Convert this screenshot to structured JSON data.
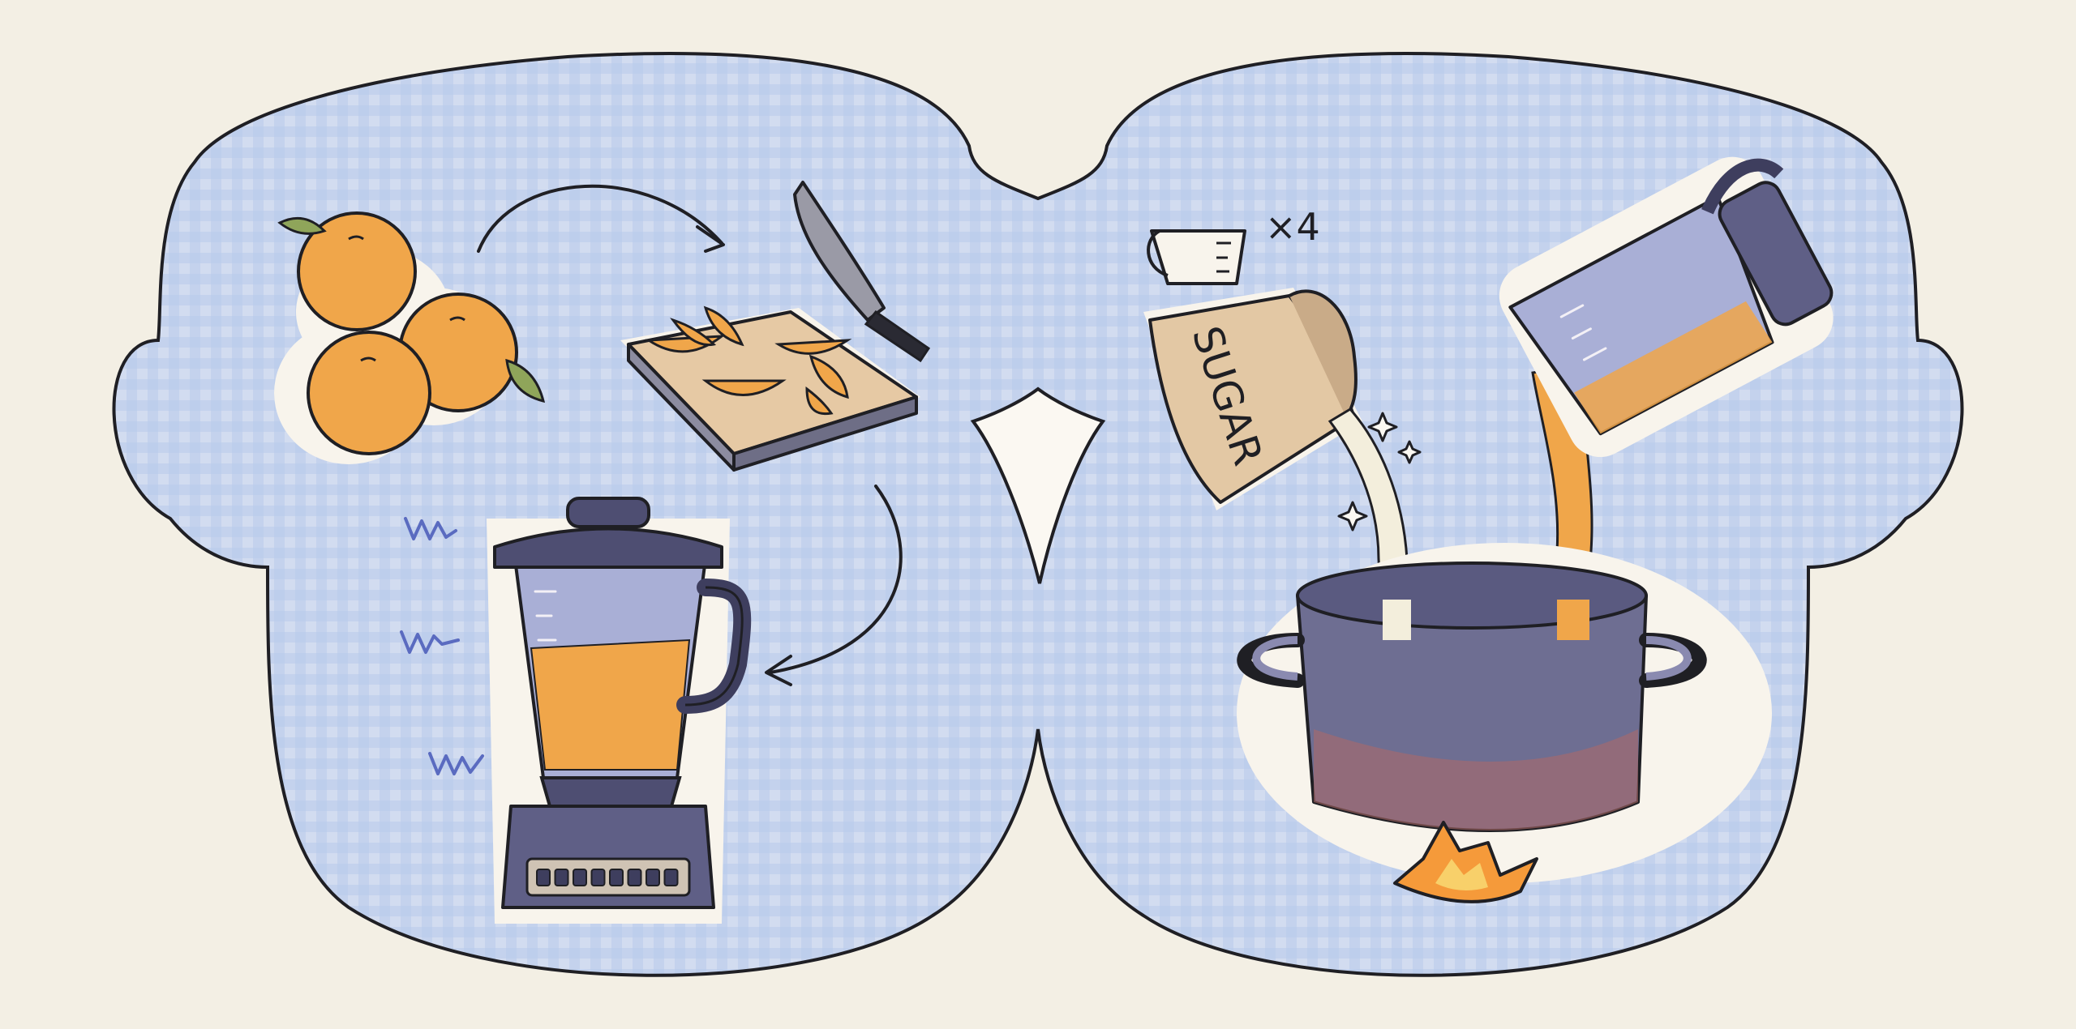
{
  "illustration": {
    "sugar_bag_label": "SUGAR",
    "cup_multiplier": "×4",
    "blender_button_count": 8
  },
  "colors": {
    "background": "#f3efe4",
    "panel_fill": "#cbd7ee",
    "gingham_line": "#a9bfe6",
    "orange": "#f0a64a",
    "orange_dark": "#d98a2e",
    "juice": "#f0a64a",
    "appliance_blue": "#5f5f86",
    "glass_blue": "#a9afd6",
    "sugar_bag": "#e3c8a4",
    "board_wood": "#e6c9a4",
    "flame": "#f59a3a",
    "outline": "#1f1f24"
  },
  "icons": [
    "oranges-icon",
    "arrow-icon",
    "knife-icon",
    "cutting-board-icon",
    "blender-icon",
    "measuring-cup-icon",
    "sugar-bag-icon",
    "sparkle-icon",
    "pot-icon",
    "flame-icon",
    "blender-jug-icon"
  ]
}
